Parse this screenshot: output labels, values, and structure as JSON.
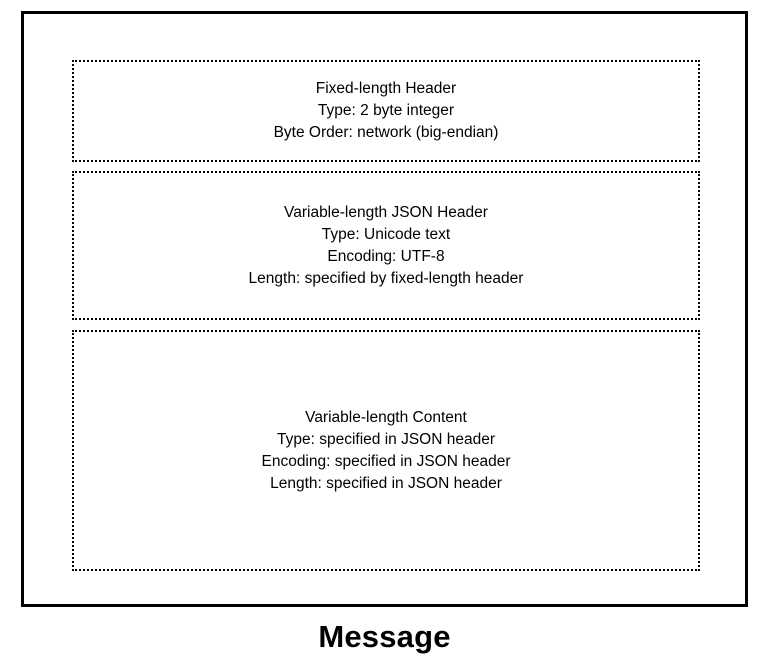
{
  "diagram": {
    "caption": "Message",
    "segments": [
      {
        "name": "fixed-length-header",
        "lines": [
          "Fixed-length Header",
          "Type: 2 byte integer",
          "Byte Order: network (big-endian)"
        ]
      },
      {
        "name": "variable-length-json-header",
        "lines": [
          "Variable-length JSON Header",
          "Type: Unicode text",
          "Encoding: UTF-8",
          "Length: specified by fixed-length header"
        ]
      },
      {
        "name": "variable-length-content",
        "lines": [
          "Variable-length Content",
          "Type: specified in JSON header",
          "Encoding: specified in JSON header",
          "Length: specified in JSON header"
        ]
      }
    ],
    "colors": {
      "background": "#ffffff",
      "stroke": "#000000",
      "text": "#000000"
    }
  }
}
